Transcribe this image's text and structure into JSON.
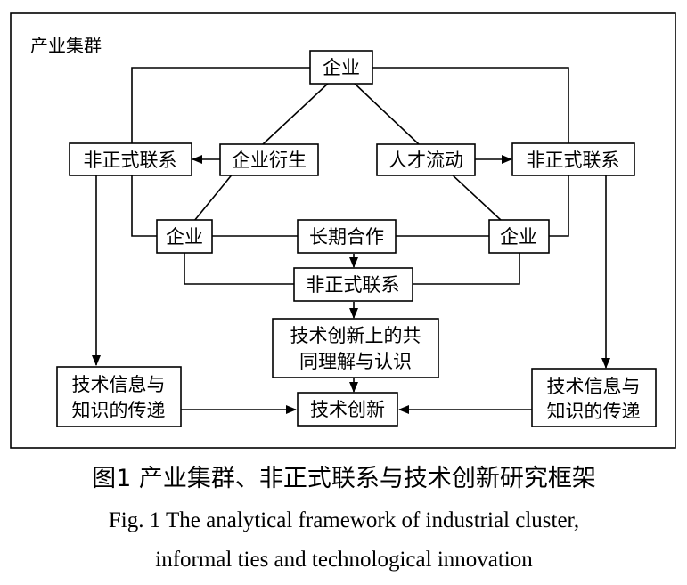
{
  "frame_label": "产业集群",
  "nodes": {
    "enterprise_top": "企业",
    "spinoff": "企业衍生",
    "talent_flow": "人才流动",
    "informal_left": "非正式联系",
    "informal_right": "非正式联系",
    "enterprise_left": "企业",
    "enterprise_right": "企业",
    "long_term": "长期合作",
    "informal_center": "非正式联系",
    "shared_understanding": [
      "技术创新上的共",
      "同理解与认识"
    ],
    "knowledge_left": [
      "技术信息与",
      "知识的传递"
    ],
    "knowledge_right": [
      "技术信息与",
      "知识的传递"
    ],
    "innovation": "技术创新"
  },
  "caption": {
    "cn": "图1  产业集群、非正式联系与技术创新研究框架",
    "en_line1": "Fig. 1  The analytical framework of industrial cluster,",
    "en_line2": "informal ties and technological innovation"
  }
}
